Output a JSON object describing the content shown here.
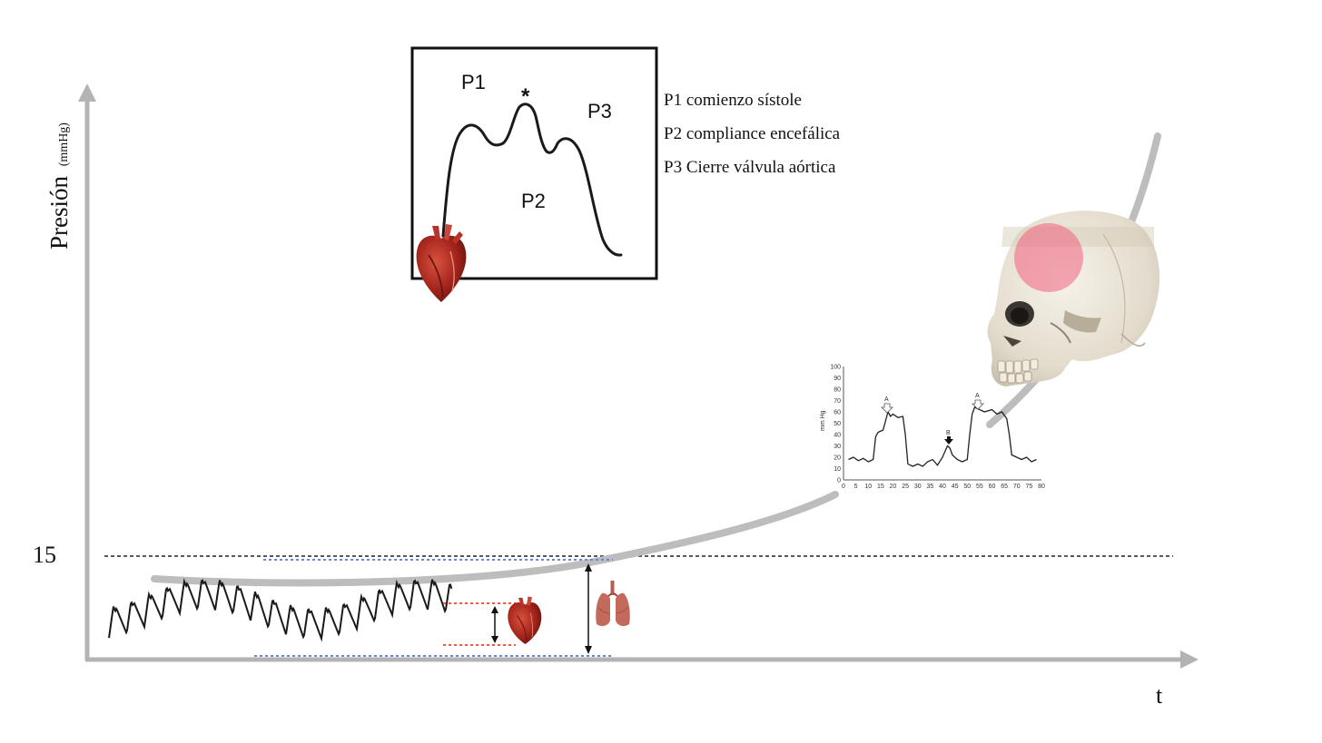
{
  "axes": {
    "y_title": "Presión",
    "y_unit": "(mmHg)",
    "x_title": "t",
    "threshold_label": "15"
  },
  "inset_waveform": {
    "p1": "P1",
    "p2": "P2",
    "p3": "P3",
    "star": "*"
  },
  "legend": [
    "P1 comienzo sístole",
    "P2 compliance encefálica",
    "P3 Cierre válvula aórtica"
  ],
  "small_chart": {
    "ylabel": "mm Hg",
    "yticks": [
      "0",
      "10",
      "20",
      "30",
      "40",
      "50",
      "60",
      "70",
      "80",
      "90",
      "100"
    ],
    "xticks": [
      "0",
      "5",
      "10",
      "15",
      "20",
      "25",
      "30",
      "35",
      "40",
      "45",
      "50",
      "55",
      "60",
      "65",
      "70",
      "75",
      "80"
    ],
    "annotations": [
      "A",
      "B",
      "A"
    ]
  },
  "icons": {
    "heart": "heart-icon",
    "lungs": "lungs-icon",
    "skull": "skull-icon"
  },
  "colors": {
    "axis": "#b3b3b3",
    "curve": "#bdbdbd",
    "blue_dotted": "#6f86c8",
    "red_dotted": "#e06050",
    "heart": "#a3231b",
    "lungs": "#c46a5c",
    "skull": "#ece6da",
    "skull_highlight": "#f06080"
  }
}
